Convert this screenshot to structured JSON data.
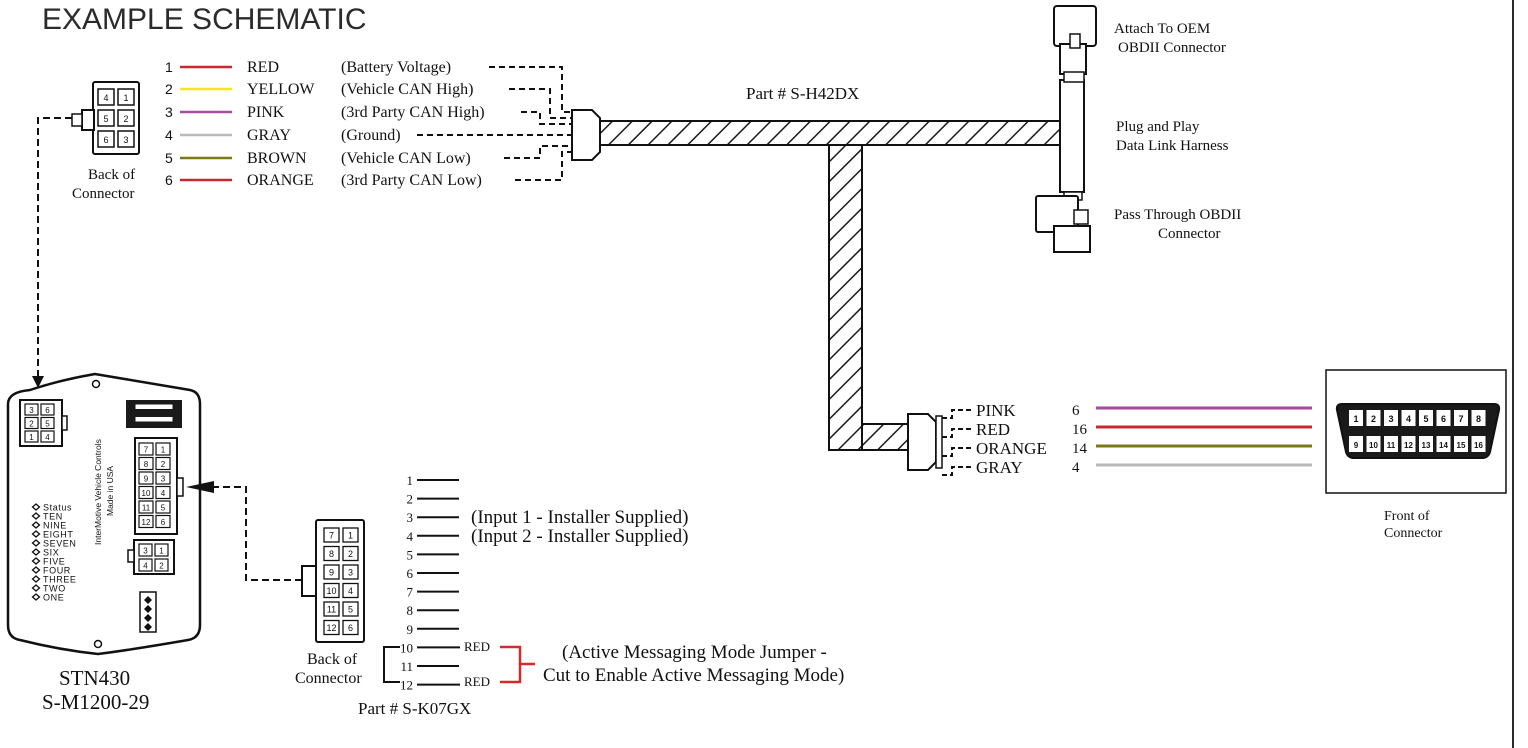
{
  "title": "EXAMPLE SCHEMATIC",
  "top_connector": {
    "pins": [
      {
        "num": "1",
        "color_name": "RED",
        "signal": "(Battery Voltage)",
        "color": "#c8282f"
      },
      {
        "num": "2",
        "color_name": "YELLOW",
        "signal": "(Vehicle CAN High)",
        "color": "#f2e52a"
      },
      {
        "num": "3",
        "color_name": "PINK",
        "signal": "(3rd Party CAN High)",
        "color": "#a64ba0"
      },
      {
        "num": "4",
        "color_name": "GRAY",
        "signal": "(Ground)",
        "color": "#b9b9b9"
      },
      {
        "num": "5",
        "color_name": "BROWN",
        "signal": "(Vehicle CAN Low)",
        "color": "#7c7a16"
      },
      {
        "num": "6",
        "color_name": "ORANGE",
        "signal": "(3rd Party CAN Low)",
        "color": "#c8282f"
      }
    ],
    "back_label_1": "Back of",
    "back_label_2": "Connector",
    "cavities": [
      "4",
      "1",
      "5",
      "2",
      "6",
      "3"
    ]
  },
  "harness": {
    "part": "Part # S-H42DX",
    "oem_label_1": "Attach To OEM",
    "oem_label_2": "OBDII Connector",
    "plug_label_1": "Plug and Play",
    "plug_label_2": "Data Link Harness",
    "pass_label_1": "Pass Through OBDII",
    "pass_label_2": "Connector"
  },
  "obd": {
    "wires": [
      {
        "name": "PINK",
        "pin": "6",
        "color": "#a64ba0"
      },
      {
        "name": "RED",
        "pin": "16",
        "color": "#c8282f"
      },
      {
        "name": "ORANGE",
        "pin": "14",
        "color": "#7c7a16"
      },
      {
        "name": "GRAY",
        "pin": "4",
        "color": "#b9b9b9"
      }
    ],
    "top_pins": [
      "1",
      "2",
      "3",
      "4",
      "5",
      "6",
      "7",
      "8"
    ],
    "bottom_pins": [
      "9",
      "10",
      "11",
      "12",
      "13",
      "14",
      "15",
      "16"
    ],
    "front_label_1": "Front of",
    "front_label_2": "Connector"
  },
  "module": {
    "name": "STN430",
    "part": "S-M1200-29",
    "brand_1": "InterMotive Vehicle Controls",
    "brand_2": "Made in USA",
    "leds": [
      "Status",
      "TEN",
      "NINE",
      "EIGHT",
      "SEVEN",
      "SIX",
      "FIVE",
      "FOUR",
      "THREE",
      "TWO",
      "ONE"
    ],
    "six_pin": [
      "3",
      "6",
      "2",
      "5",
      "1",
      "4"
    ],
    "twelve_pin": [
      "7",
      "1",
      "8",
      "2",
      "9",
      "3",
      "10",
      "4",
      "11",
      "5",
      "12",
      "6"
    ],
    "four_pin": [
      "3",
      "1",
      "4",
      "2"
    ]
  },
  "bottom_connector": {
    "pins": [
      "1",
      "2",
      "3",
      "4",
      "5",
      "6",
      "7",
      "8",
      "9",
      "10",
      "11",
      "12"
    ],
    "input_1": "(Input 1 - Installer Supplied)",
    "input_2": "(Input 2 - Installer Supplied)",
    "red_label": "RED",
    "jumper_1": "(Active Messaging Mode Jumper -",
    "jumper_2": "Cut to Enable Active Messaging Mode)",
    "back_label_1": "Back of",
    "back_label_2": "Connector",
    "part": "Part # S-K07GX",
    "cavities": [
      "7",
      "1",
      "8",
      "2",
      "9",
      "3",
      "10",
      "4",
      "11",
      "5",
      "12",
      "6"
    ]
  }
}
